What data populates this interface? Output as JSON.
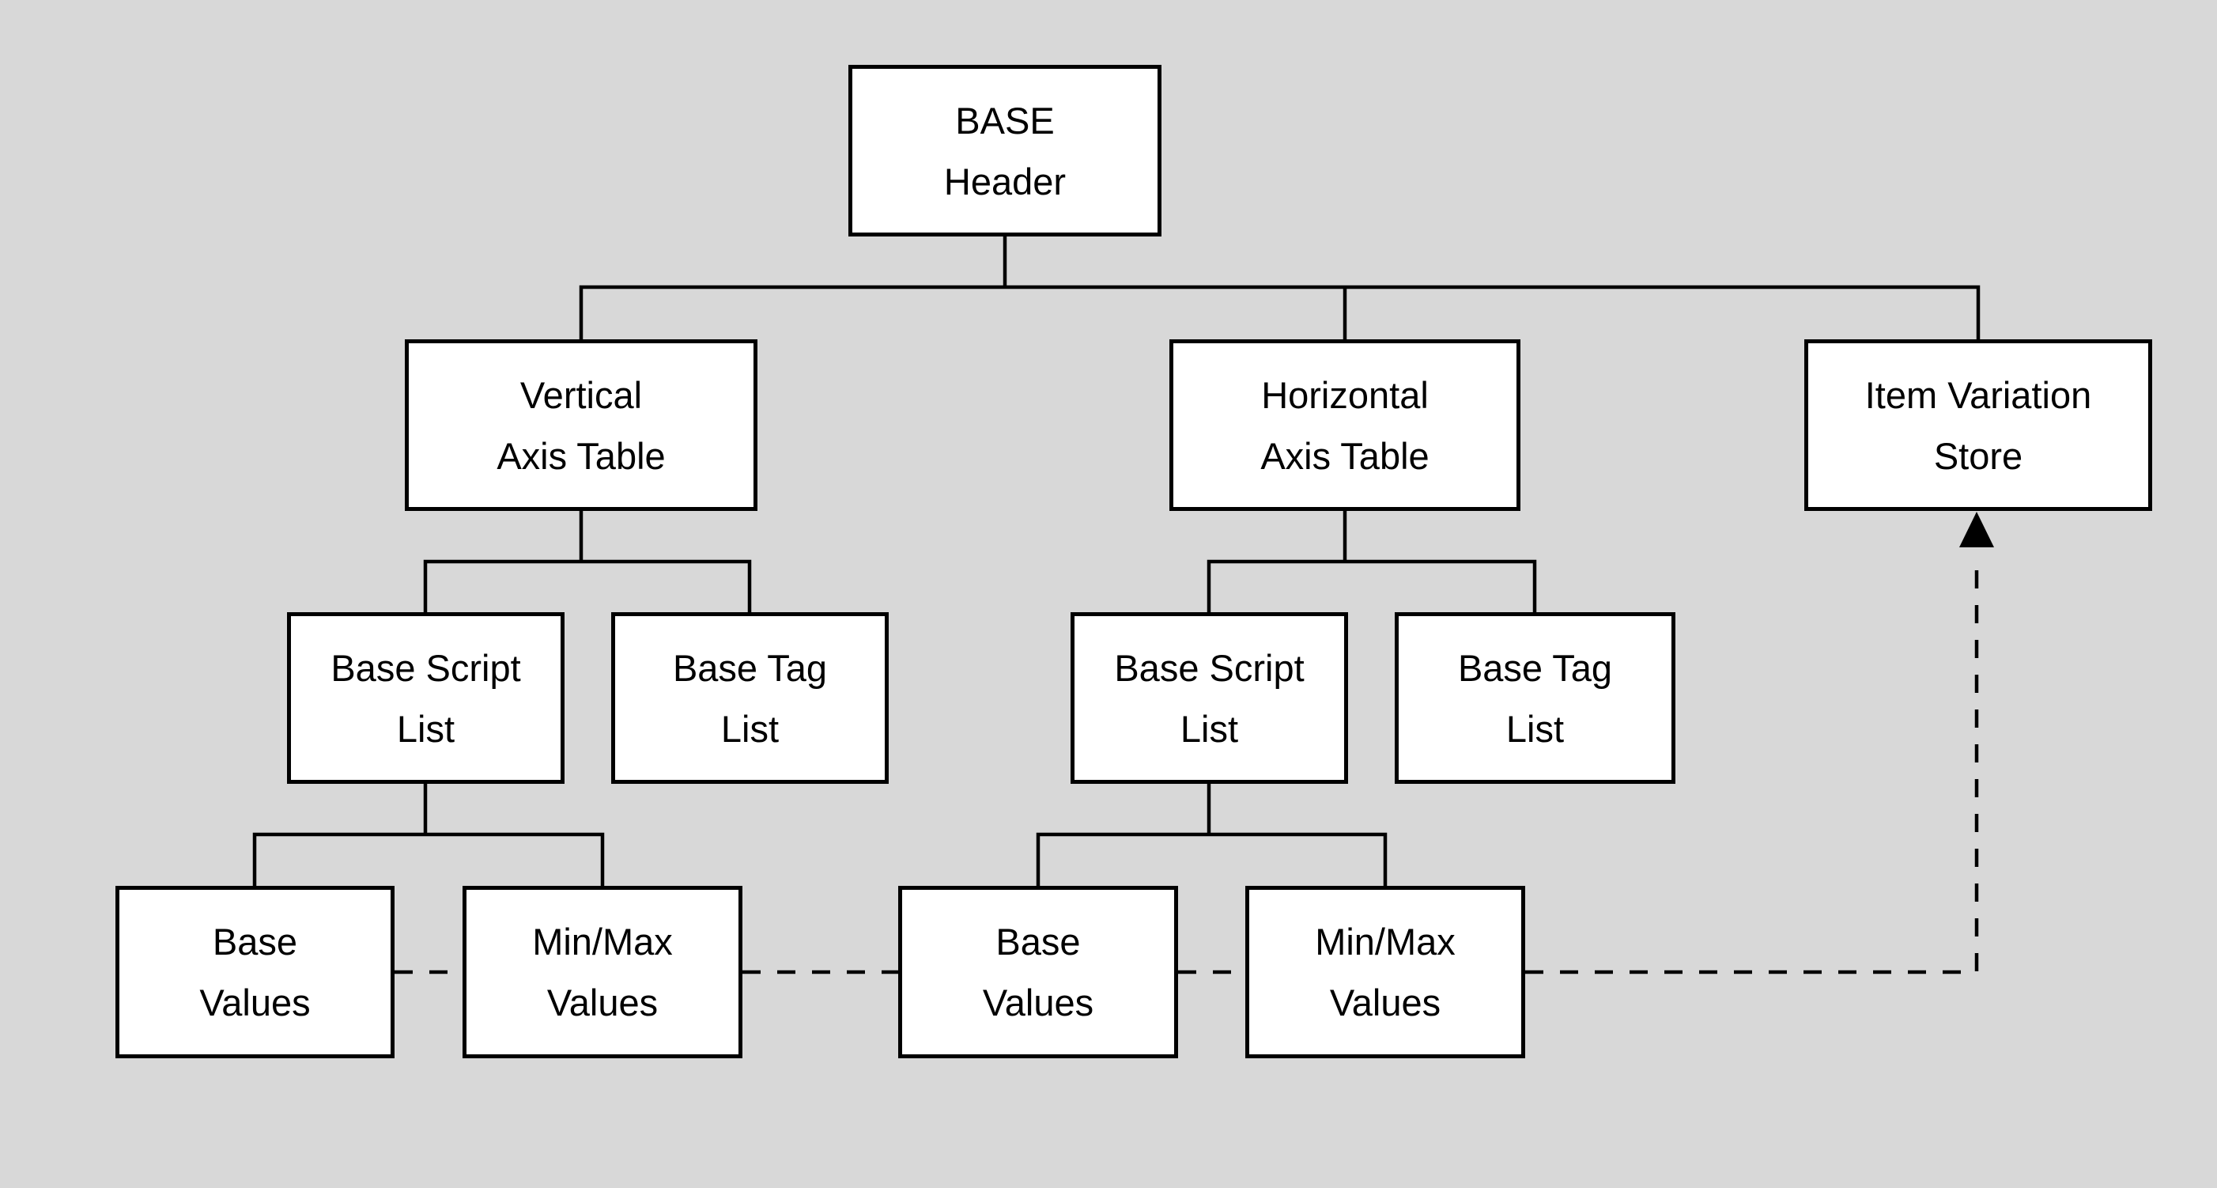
{
  "diagram": {
    "type": "hierarchy-tree",
    "background_color": "#d8d8d8",
    "box_fill_color": "#ffffff",
    "line_color": "#000000",
    "nodes": {
      "base_header": {
        "label": "BASE\nHeader"
      },
      "vertical_axis_table": {
        "label": "Vertical\nAxis Table"
      },
      "horizontal_axis_table": {
        "label": "Horizontal\nAxis Table"
      },
      "item_variation_store": {
        "label": "Item Variation\nStore"
      },
      "base_script_list_vertical": {
        "label": "Base Script\nList"
      },
      "base_tag_list_vertical": {
        "label": "Base Tag\nList"
      },
      "base_script_list_horizontal": {
        "label": "Base Script\nList"
      },
      "base_tag_list_horizontal": {
        "label": "Base Tag\nList"
      },
      "base_values_vertical": {
        "label": "Base\nValues"
      },
      "min_max_values_vertical": {
        "label": "Min/Max\nValues"
      },
      "base_values_horizontal": {
        "label": "Base\nValues"
      },
      "min_max_values_horizontal": {
        "label": "Min/Max\nValues"
      }
    },
    "edges": [
      {
        "from": "base_header",
        "to": "vertical_axis_table",
        "style": "solid"
      },
      {
        "from": "base_header",
        "to": "horizontal_axis_table",
        "style": "solid"
      },
      {
        "from": "base_header",
        "to": "item_variation_store",
        "style": "solid"
      },
      {
        "from": "vertical_axis_table",
        "to": "base_script_list_vertical",
        "style": "solid"
      },
      {
        "from": "vertical_axis_table",
        "to": "base_tag_list_vertical",
        "style": "solid"
      },
      {
        "from": "horizontal_axis_table",
        "to": "base_script_list_horizontal",
        "style": "solid"
      },
      {
        "from": "horizontal_axis_table",
        "to": "base_tag_list_horizontal",
        "style": "solid"
      },
      {
        "from": "base_script_list_vertical",
        "to": "base_values_vertical",
        "style": "solid"
      },
      {
        "from": "base_script_list_vertical",
        "to": "min_max_values_vertical",
        "style": "solid"
      },
      {
        "from": "base_script_list_horizontal",
        "to": "base_values_horizontal",
        "style": "solid"
      },
      {
        "from": "base_script_list_horizontal",
        "to": "min_max_values_horizontal",
        "style": "solid"
      },
      {
        "from": "base_values_vertical",
        "to": "min_max_values_vertical",
        "style": "dashed"
      },
      {
        "from": "min_max_values_vertical",
        "to": "base_values_horizontal",
        "style": "dashed"
      },
      {
        "from": "base_values_horizontal",
        "to": "min_max_values_horizontal",
        "style": "dashed"
      },
      {
        "from": "min_max_values_horizontal",
        "to": "item_variation_store",
        "style": "dashed-arrow"
      }
    ]
  }
}
